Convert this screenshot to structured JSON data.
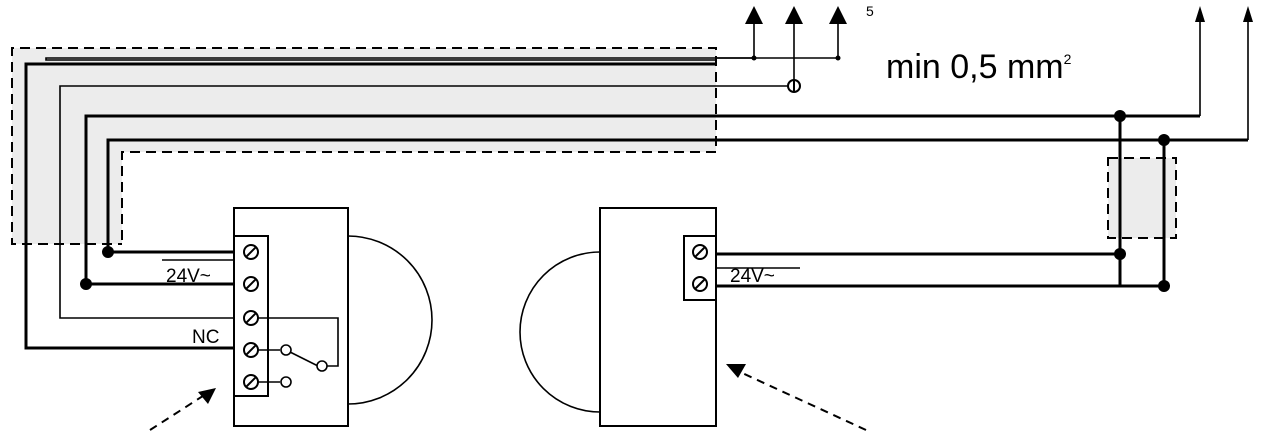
{
  "title_text": "min 0,5 mm",
  "title_superscript": "2",
  "footnote_marker": "5",
  "left_detector": {
    "supply_label": "24V~",
    "relay_label": "NC"
  },
  "right_detector": {
    "supply_label": "24V~"
  }
}
